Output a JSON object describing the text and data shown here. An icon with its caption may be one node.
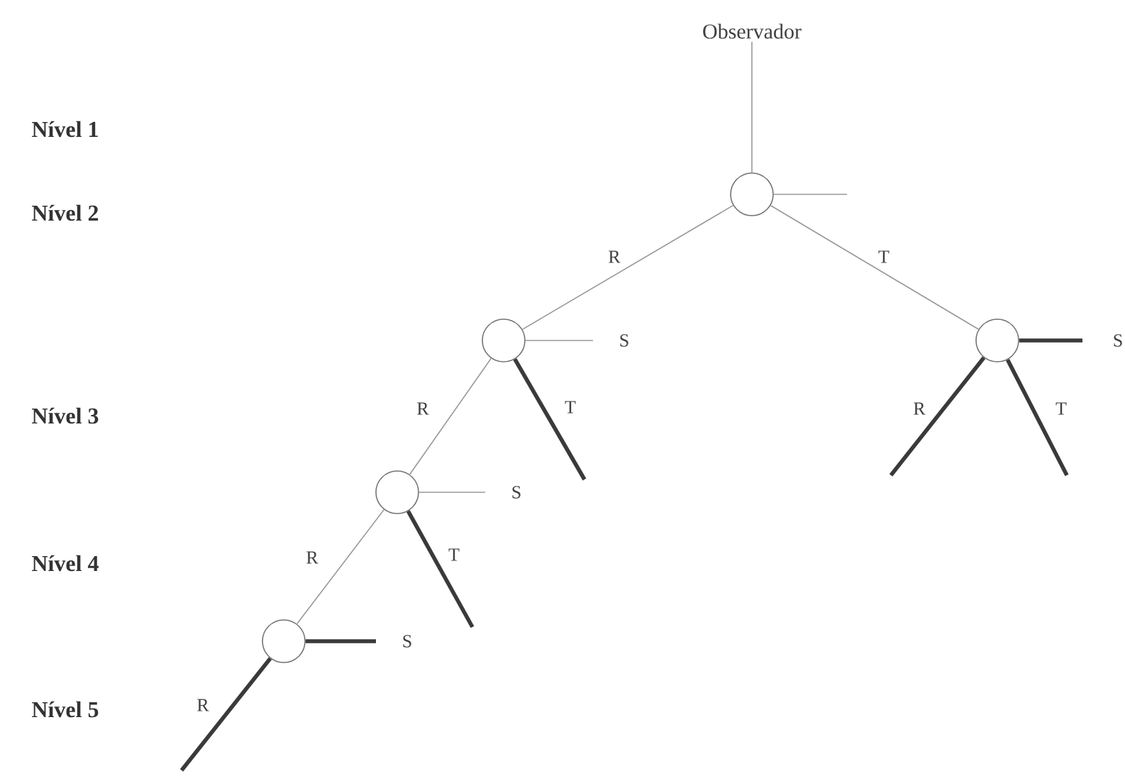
{
  "diagram": {
    "nodes": [
      {
        "text": [
          "Observador"
        ]
      },
      {
        "text": [],
        "shape": "circle"
      },
      {
        "text": [],
        "shape": "circle"
      },
      {
        "text": [],
        "shape": "circle"
      },
      {
        "text": [],
        "shape": "circle"
      },
      {
        "text": [],
        "shape": "circle"
      }
    ],
    "edges": [
      {
        "from": 0,
        "to": 1,
        "arrow": "none"
      },
      {
        "from": 1,
        "to": 2,
        "arrow": "none",
        "label": "R"
      },
      {
        "from": 1,
        "to": 3,
        "arrow": "none",
        "label": "T"
      },
      {
        "from": 2,
        "to": 4,
        "arrow": "none",
        "label": "R"
      },
      {
        "from": 4,
        "to": 5,
        "arrow": "none",
        "label": "R"
      },
      {
        "from": 1,
        "to": null,
        "arrow": "none"
      },
      {
        "from": 2,
        "to": null,
        "arrow": "none",
        "label": "S"
      },
      {
        "from": 2,
        "to": null,
        "arrow": "none",
        "label": "T",
        "style": "thick",
        "color": "#3a3a3a"
      },
      {
        "from": 3,
        "to": null,
        "arrow": "none",
        "label": "S",
        "style": "thick",
        "color": "#3a3a3a"
      },
      {
        "from": 3,
        "to": null,
        "arrow": "none",
        "label": "R",
        "style": "thick",
        "color": "#3a3a3a"
      },
      {
        "from": 3,
        "to": null,
        "arrow": "none",
        "label": "T",
        "style": "thick",
        "color": "#3a3a3a"
      },
      {
        "from": 4,
        "to": null,
        "arrow": "none",
        "label": "S"
      },
      {
        "from": 4,
        "to": null,
        "arrow": "none",
        "label": "T",
        "style": "thick",
        "color": "#3a3a3a"
      },
      {
        "from": 5,
        "to": null,
        "arrow": "none",
        "label": "S",
        "style": "thick",
        "color": "#3a3a3a"
      },
      {
        "from": 5,
        "to": null,
        "arrow": "none",
        "label": "R",
        "style": "thick",
        "color": "#3a3a3a"
      }
    ],
    "labels": [
      "Nível 1",
      "Nível 2",
      "Nível 3",
      "Nível 4",
      "Nível 5"
    ]
  }
}
